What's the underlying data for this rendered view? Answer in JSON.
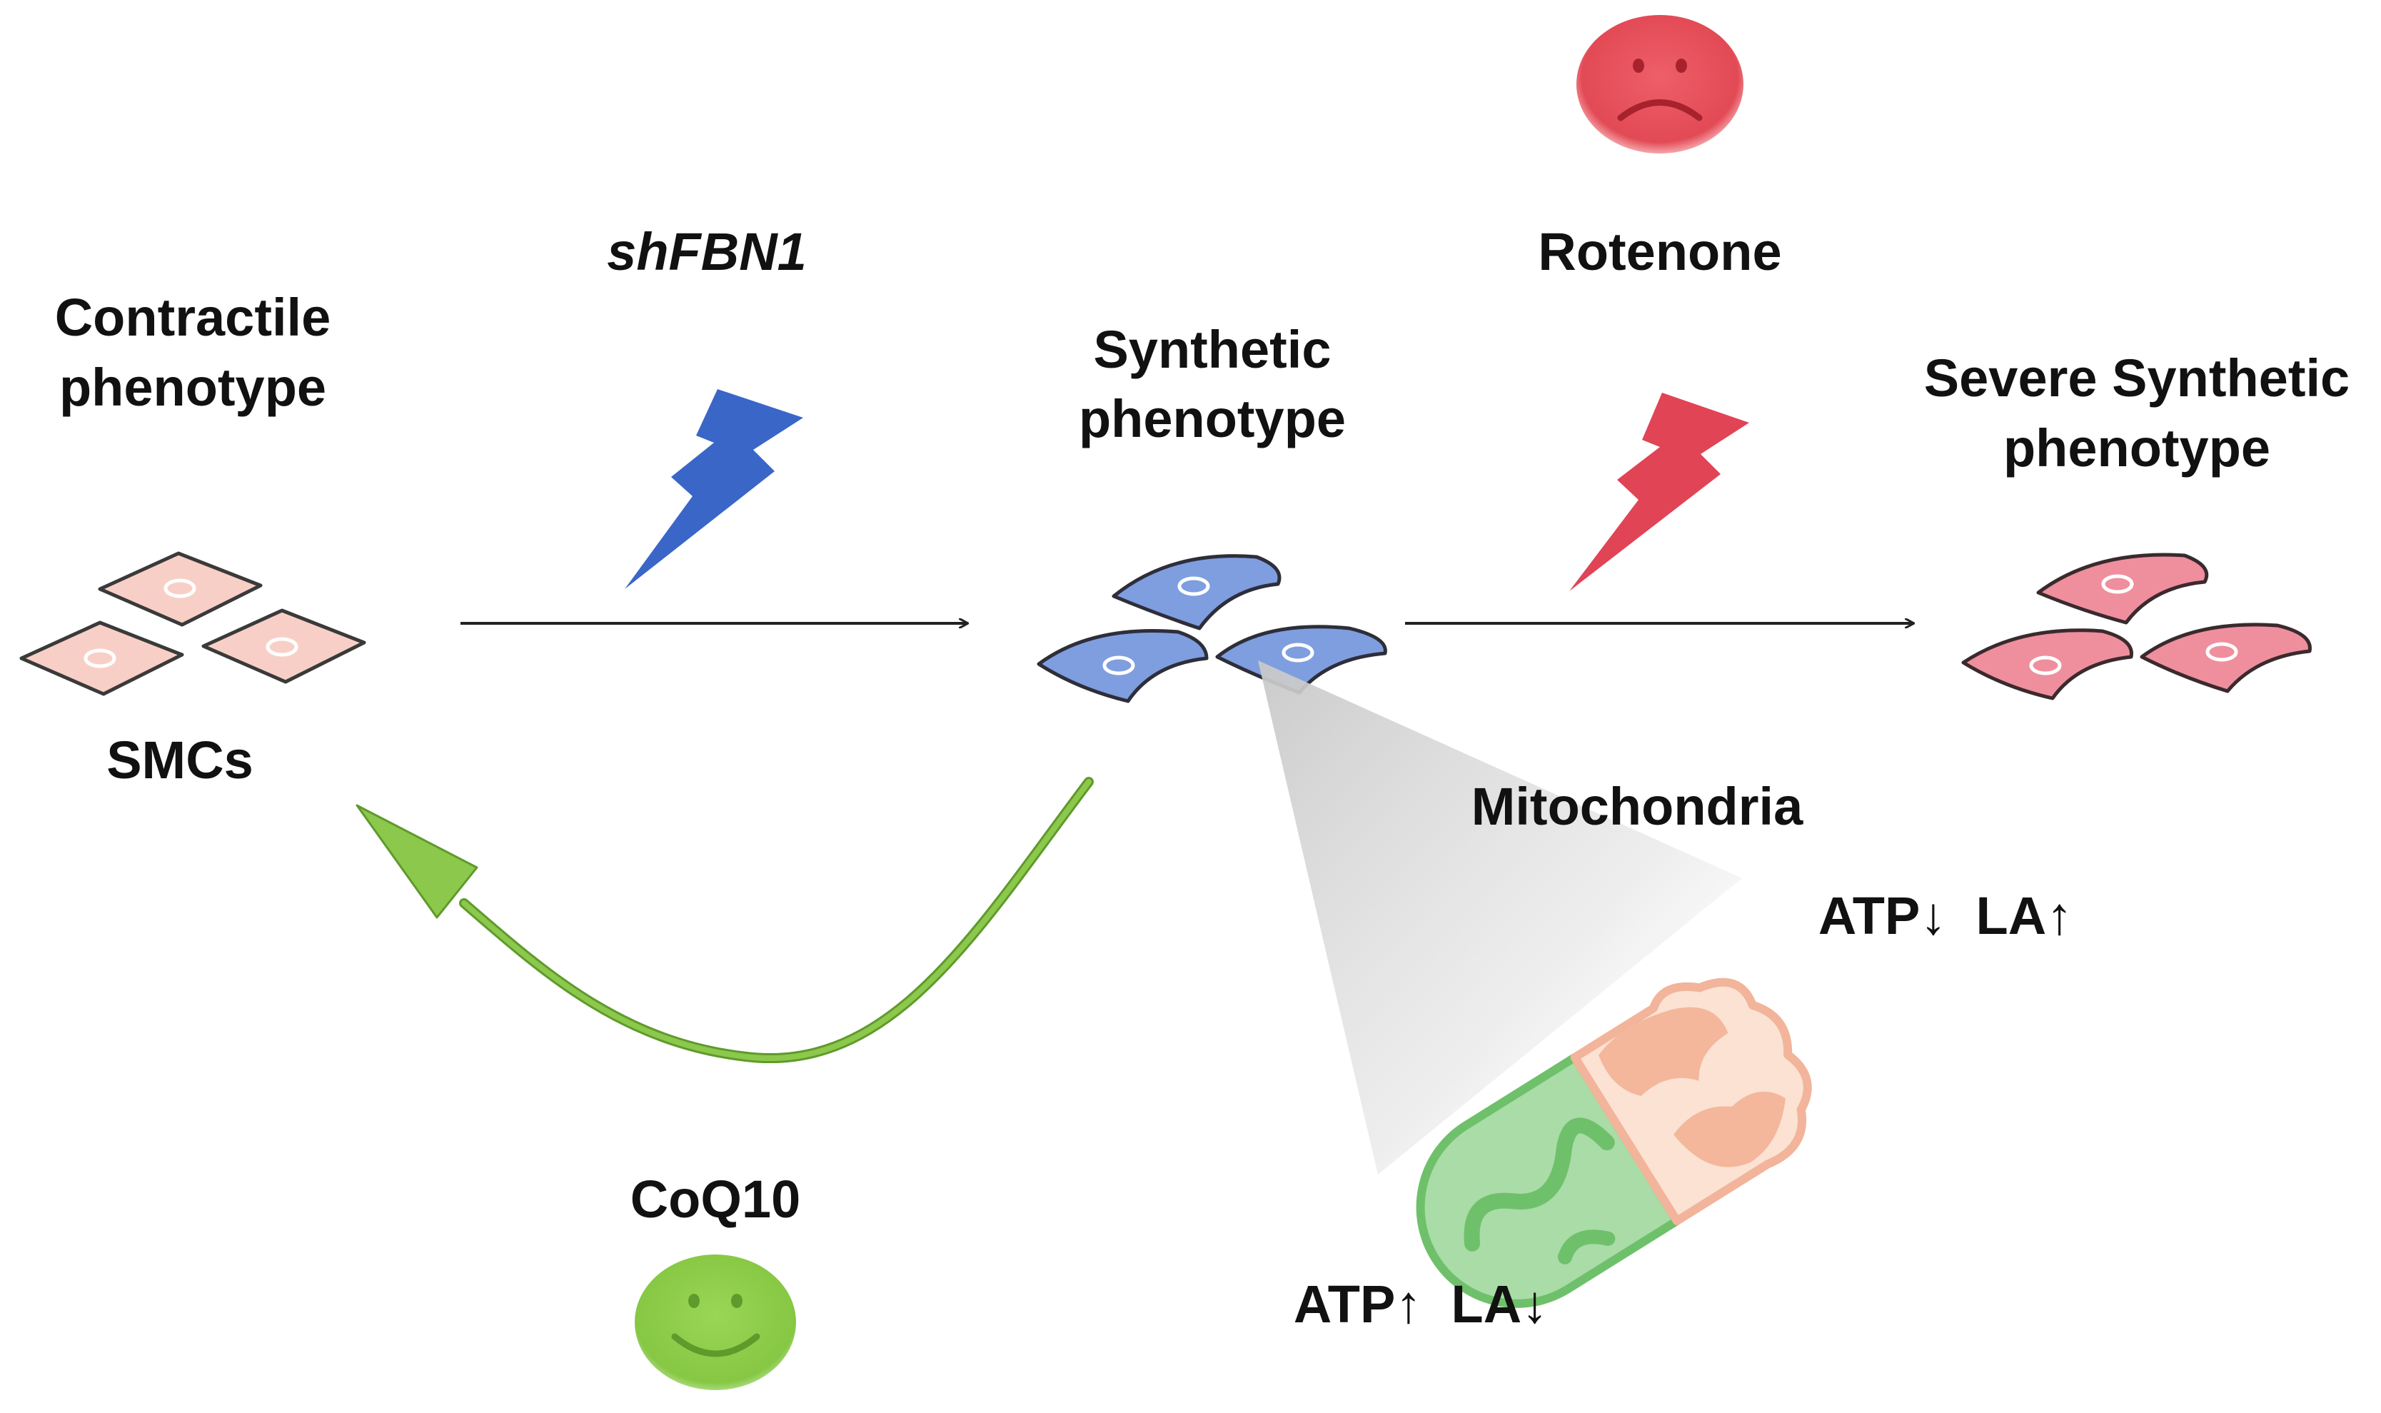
{
  "labels": {
    "contractile_line1": "Contractile",
    "contractile_line2": "phenotype",
    "smcs": "SMCs",
    "shfbn1": "shFBN1",
    "synthetic_line1": "Synthetic",
    "synthetic_line2": "phenotype",
    "rotenone": "Rotenone",
    "severe_line1": "Severe Synthetic",
    "severe_line2": "phenotype",
    "mitochondria": "Mitochondria",
    "atp_down_la_up": "ATP↓  LA↑",
    "coq10": "CoQ10",
    "atp_up_la_down": "ATP↑  LA↓"
  },
  "colors": {
    "contractile_cell_fill": "#f8cfc6",
    "synthetic_cell_fill": "#7f9ee0",
    "severe_cell_fill": "#ef8f9d",
    "blue_bolt": "#3a66c8",
    "red_bolt": "#e04455",
    "green_arrow": "#8cc84b",
    "sad_face": "#e24a55",
    "happy_face": "#88c944",
    "mito_green": "#a9dca6",
    "mito_peach": "#f6c7b0"
  },
  "icons": {
    "blue_bolt": "lightning-bolt-icon",
    "red_bolt": "lightning-bolt-icon",
    "sad_face": "sad-face-icon",
    "happy_face": "happy-face-icon",
    "mitochondrion": "mitochondrion-icon"
  }
}
